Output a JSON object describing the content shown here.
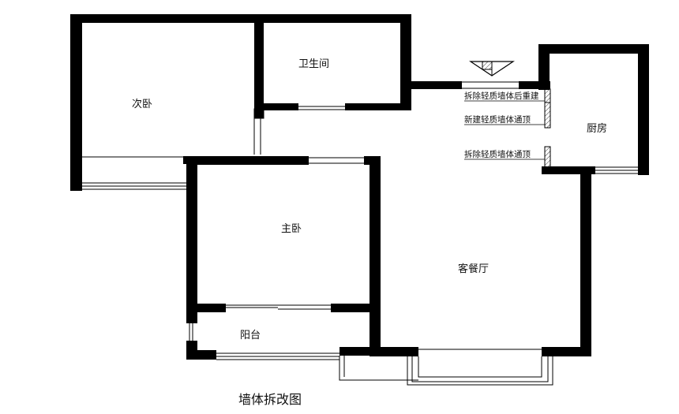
{
  "rooms": {
    "second_bedroom": "次卧",
    "bathroom": "卫生间",
    "kitchen": "厨房",
    "master_bedroom": "主卧",
    "balcony": "阳台",
    "living_dining": "客餐厅"
  },
  "notes": {
    "note1": "拆除轻质墙体后重建",
    "note2": "新建轻质墙体通顶",
    "note3": "拆除轻质墙体通顶"
  },
  "title": "墙体拆改图",
  "colors": {
    "wall": "#000000",
    "background": "#ffffff",
    "hatch": "#333333"
  }
}
